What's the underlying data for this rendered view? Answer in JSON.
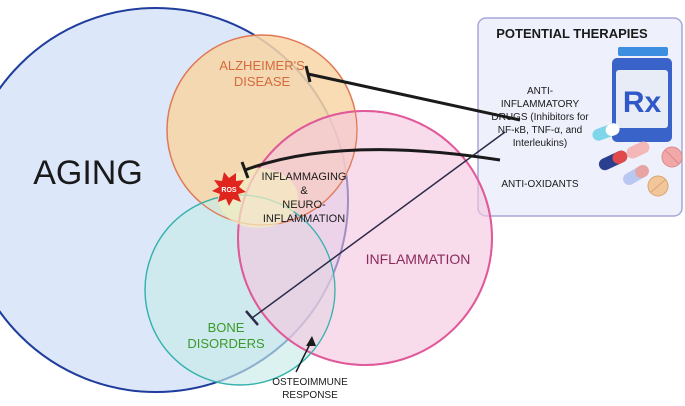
{
  "circles": {
    "aging": {
      "label": "AGING",
      "fill": "#dde7fa",
      "stroke": "#1f3d9c"
    },
    "alzheimers": {
      "label_line1": "ALZHEIMER'S",
      "label_line2": "DISEASE",
      "fill": "#f8d6a6",
      "stroke": "#e07a55",
      "text_color": "#d56a3a"
    },
    "inflammation": {
      "label": "INFLAMMATION",
      "fill": "#f6c6e0",
      "stroke": "#e05a9a",
      "text_color": "#8b2a5c"
    },
    "bone": {
      "label_line1": "BONE",
      "label_line2": "DISORDERS",
      "fill": "#c9ecea",
      "stroke": "#33b2ac",
      "text_color": "#3a9a2a"
    }
  },
  "center": {
    "line1": "INFLAMMAGING",
    "line2": "&",
    "line3": "NEURO-",
    "line4": "INFLAMMATION",
    "ros_label": "ROS",
    "ros_color": "#e0241e"
  },
  "osteo": {
    "line1": "OSTEOIMMUNE",
    "line2": "RESPONSE"
  },
  "therapies": {
    "title": "POTENTIAL THERAPIES",
    "anti_inflammatory": [
      "ANTI-",
      "INFLAMMATORY",
      "DRUGS (Inhibitors for",
      "NF-κB, TNF-α, and",
      "Interleukins)"
    ],
    "anti_oxidants": "ANTI-OXIDANTS",
    "rx_label": "Rx",
    "panel_fill": "#eef0fb",
    "panel_stroke": "#a8a6d8"
  }
}
